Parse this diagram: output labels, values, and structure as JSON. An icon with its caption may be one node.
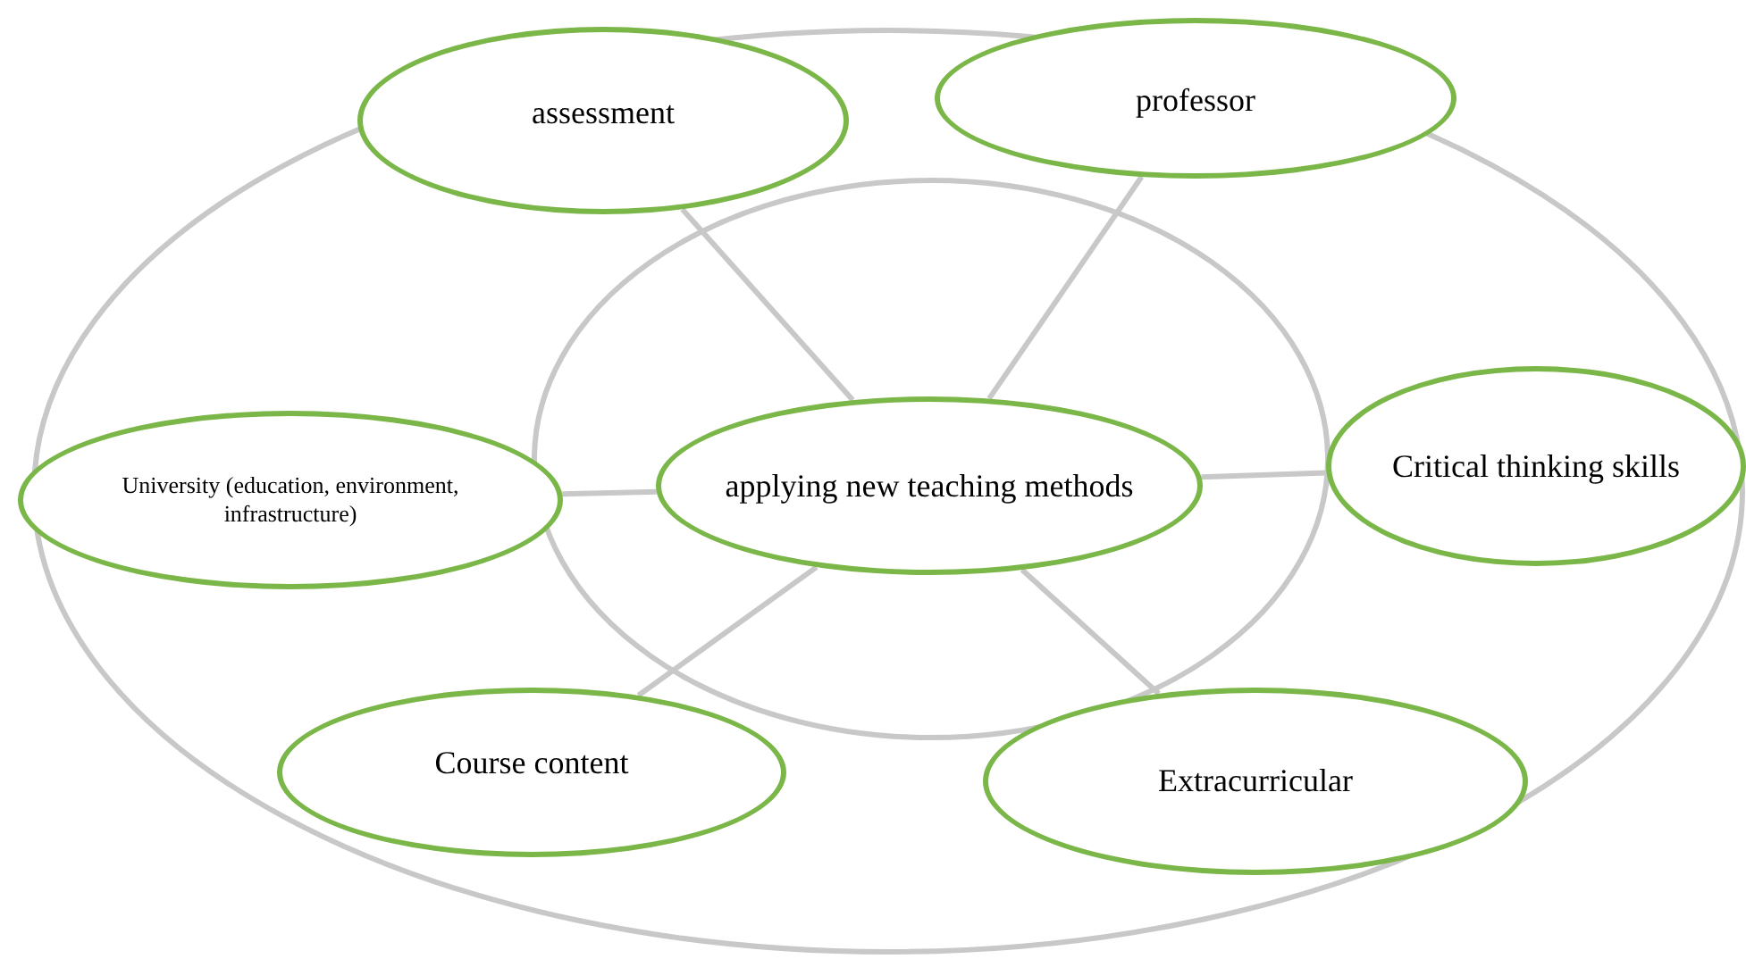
{
  "diagram": {
    "nodes": [
      {
        "text": [
          "applying new teaching methods"
        ]
      },
      {
        "text": [
          "assessment"
        ]
      },
      {
        "text": [
          "professor"
        ]
      },
      {
        "text": [
          "University (education, environment, infrastructure)"
        ]
      },
      {
        "text": [
          "Critical thinking skills"
        ]
      },
      {
        "text": [
          "Course content"
        ]
      },
      {
        "text": [
          "Extracurricular"
        ]
      }
    ],
    "edges": [
      {
        "from": 0,
        "to": 1,
        "arrow": "none"
      },
      {
        "from": 0,
        "to": 2,
        "arrow": "none"
      },
      {
        "from": 0,
        "to": 4,
        "arrow": "none"
      },
      {
        "from": 0,
        "to": 3,
        "arrow": "none"
      },
      {
        "from": 0,
        "to": 5,
        "arrow": "none"
      },
      {
        "from": 0,
        "to": 6,
        "arrow": "none"
      }
    ]
  }
}
